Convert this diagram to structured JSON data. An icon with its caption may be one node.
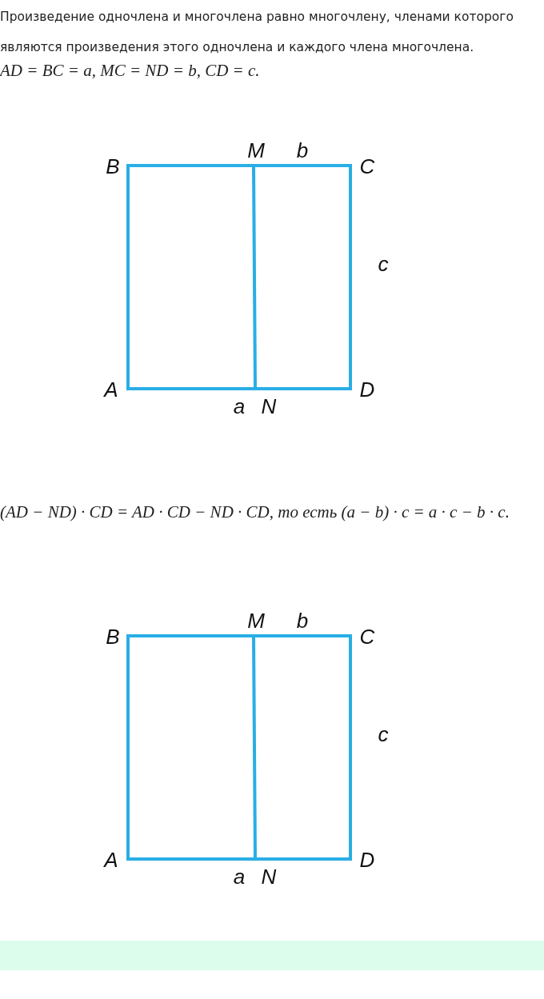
{
  "diagram": {
    "labels": [
      "Произведение одночлена и многочлена равно многочлену, членами которого являются произведения этого одночлена и каждого члена многочлена.",
      "AD = BC = a, MC = ND = b, CD = c.",
      "M",
      "b",
      "B",
      "C",
      "c",
      "A",
      "D",
      "a",
      "N",
      "(AD − ND) · CD = AD · CD − ND · CD, то есть (a − b) · c = a · c  − b · c.",
      "M",
      "b",
      "B",
      "C",
      "c",
      "A",
      "D",
      "a",
      "N"
    ]
  }
}
